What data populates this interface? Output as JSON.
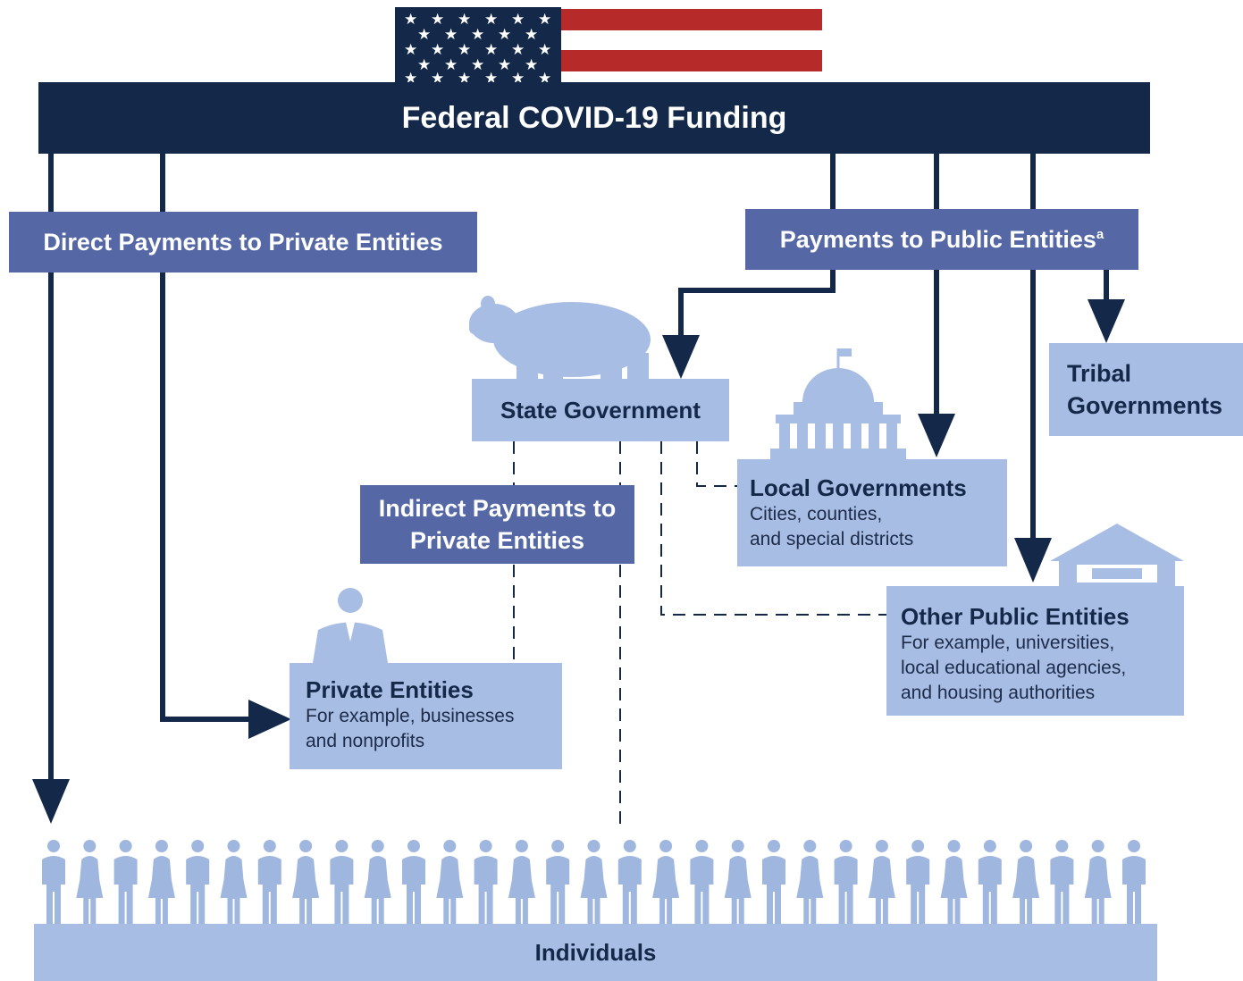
{
  "colors": {
    "navy": "#14294a",
    "mid_blue": "#5568a5",
    "light_blue": "#a8bde3",
    "figure_blue": "#9fb6de",
    "flag_red": "#b62a2a"
  },
  "icons": {
    "flag": "us-flag-icon",
    "bear": "bear-icon",
    "capitol": "capitol-building-icon",
    "house": "public-building-icon",
    "person": "businessperson-icon",
    "people": "people-row-icon"
  },
  "federal": {
    "title": "Federal COVID-19 Funding"
  },
  "direct": {
    "label": "Direct Payments to Private Entities"
  },
  "public": {
    "label": "Payments to Public Entities",
    "footnote": "a"
  },
  "state": {
    "label": "State Government"
  },
  "tribal": {
    "title_line1": "Tribal",
    "title_line2": "Governments"
  },
  "indirect": {
    "line1": "Indirect Payments to",
    "line2": "Private Entities"
  },
  "local": {
    "title": "Local Governments",
    "sub1": "Cities, counties,",
    "sub2": "and special districts"
  },
  "other": {
    "title": "Other Public Entities",
    "sub1": "For example, universities,",
    "sub2": "local educational agencies,",
    "sub3": "and housing authorities"
  },
  "private": {
    "title": "Private Entities",
    "sub1": "For example, businesses",
    "sub2": "and nonprofits"
  },
  "individuals": {
    "label": "Individuals"
  }
}
